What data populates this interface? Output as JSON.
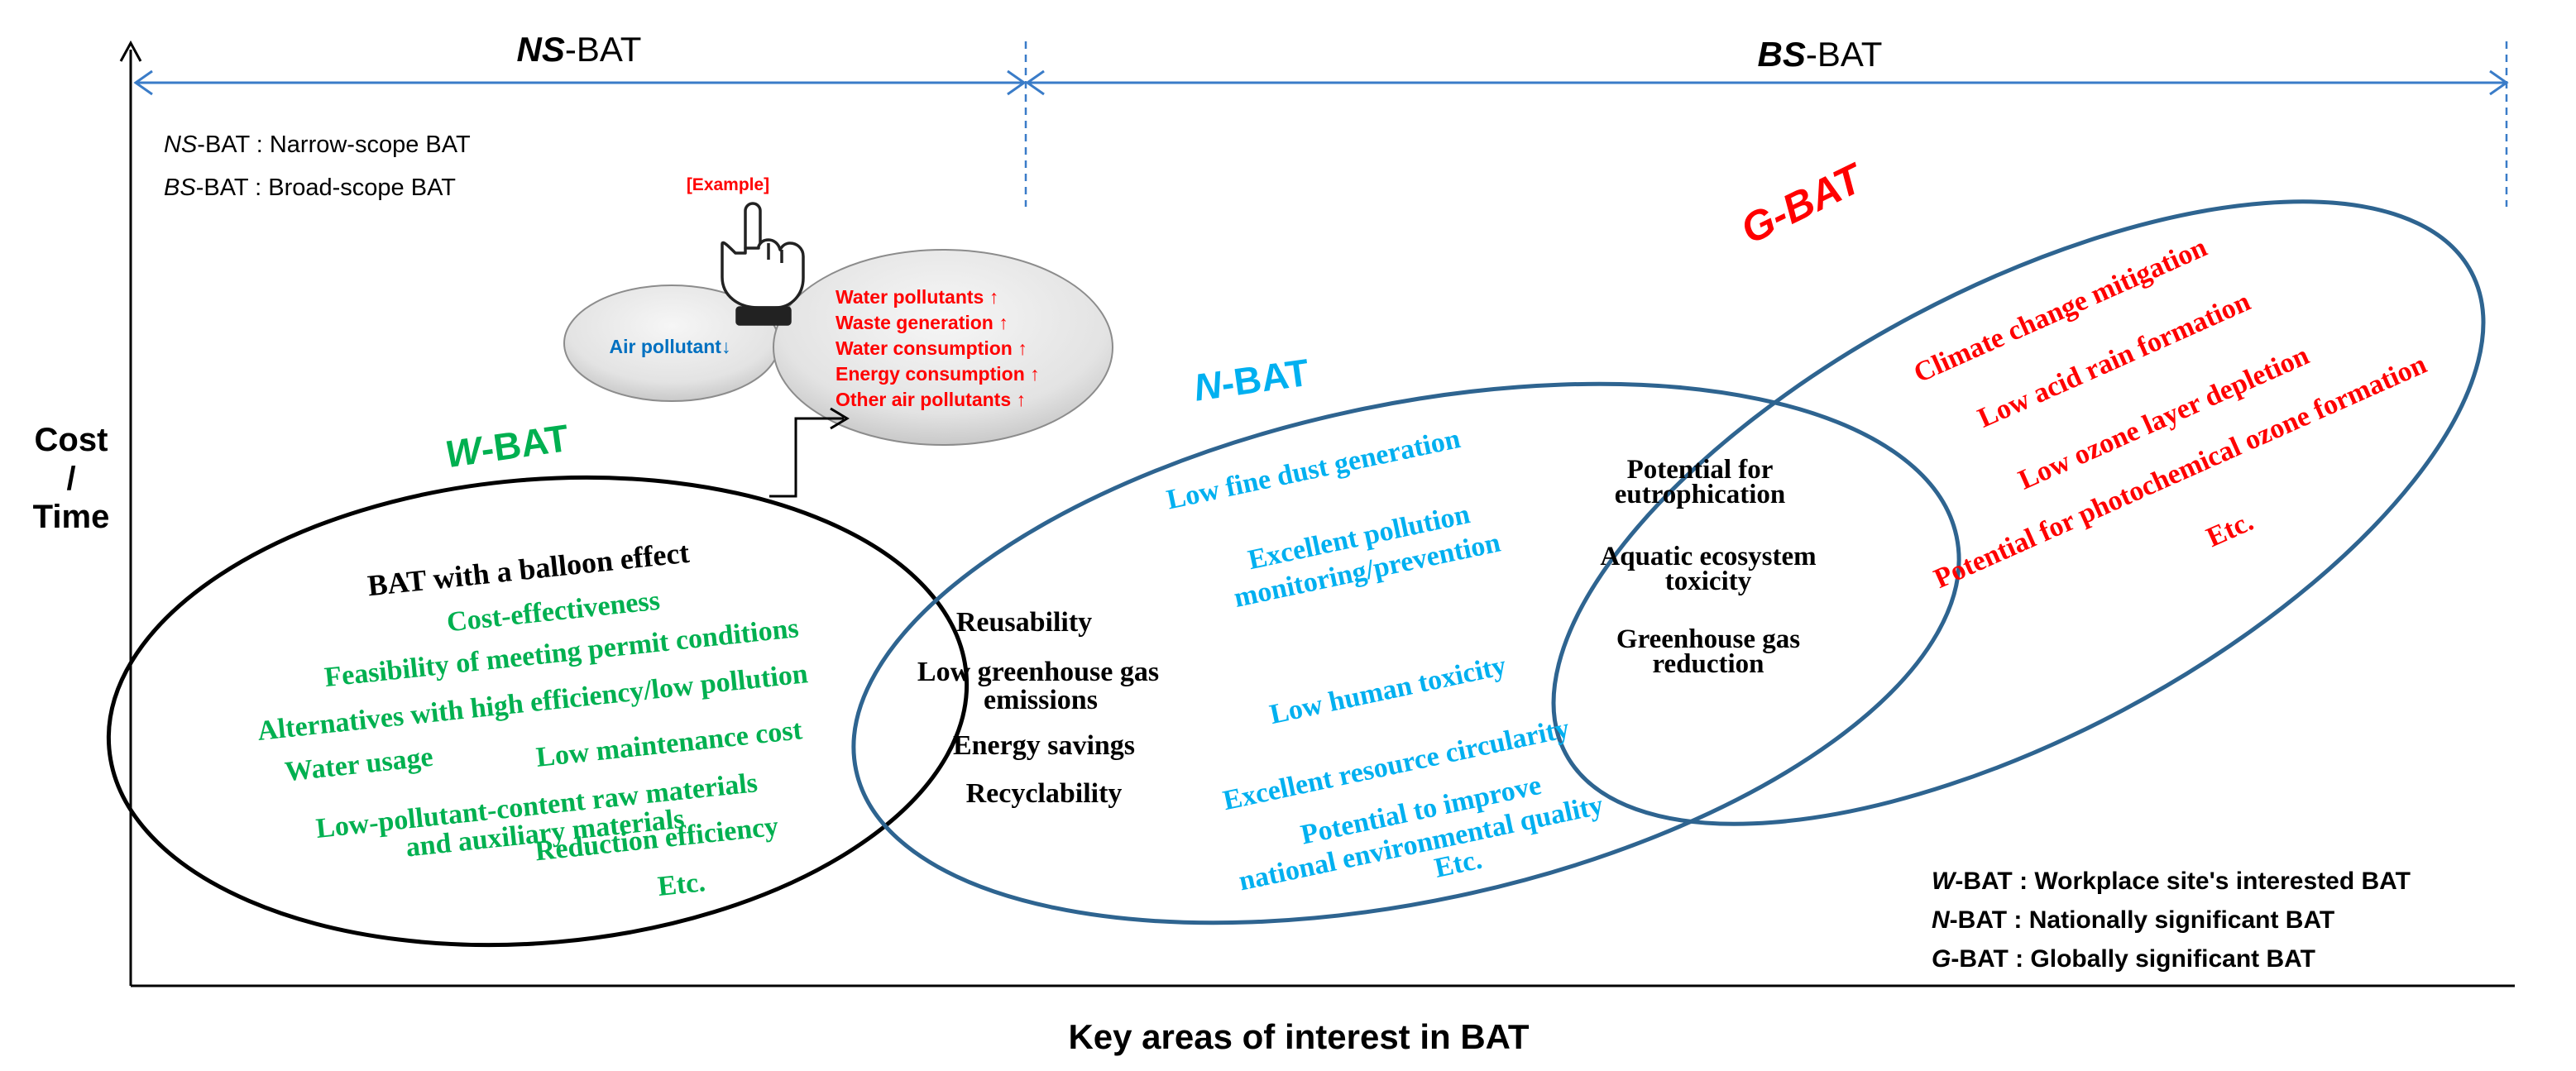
{
  "scope": {
    "ns_italic": "NS",
    "bs_italic": "BS",
    "bat_suffix": "-BAT",
    "ns_def": "-BAT : Narrow-scope BAT",
    "bs_def": "-BAT : Broad-scope BAT"
  },
  "axes": {
    "y_label_line1": "Cost",
    "y_label_line2": "/",
    "y_label_line3": "Time",
    "x_label": "Key areas of interest in BAT"
  },
  "example": {
    "tag": "[Example]",
    "air_pollutant": "Air pollutant↓",
    "effects": [
      "Water pollutants ↑",
      "Waste generation ↑",
      "Water consumption ↑",
      "Energy consumption ↑",
      "Other air pollutants ↑"
    ]
  },
  "w_bat": {
    "italic": "W",
    "suffix": "-BAT",
    "balloon": "BAT with a balloon effect",
    "items": [
      "Cost-effectiveness",
      "Feasibility of meeting permit conditions",
      "Alternatives with high efficiency/low pollution",
      "Water usage",
      "Low maintenance cost",
      "Low-pollutant-content raw materials",
      "and auxiliary materials",
      "Reduction efficiency",
      "Etc."
    ]
  },
  "wn_overlap": {
    "items": [
      "Reusability",
      "Low greenhouse gas",
      "emissions",
      "Energy savings",
      "Recyclability"
    ]
  },
  "n_bat": {
    "italic": "N",
    "suffix": "-BAT",
    "items": [
      "Low fine dust generation",
      "Excellent pollution",
      "monitoring/prevention",
      "Low human toxicity",
      "Excellent resource circularity",
      "Potential to improve",
      "national environmental quality",
      "Etc."
    ]
  },
  "ng_overlap": {
    "items": [
      "Potential for",
      "eutrophication",
      "Aquatic ecosystem",
      "toxicity",
      "Greenhouse gas",
      "reduction"
    ]
  },
  "g_bat": {
    "label": "G-BAT",
    "items": [
      "Climate change mitigation",
      "Low acid rain formation",
      "Low ozone layer depletion",
      "Potential for photochemical ozone formation",
      "Etc."
    ]
  },
  "legend": {
    "w_italic": "W",
    "w_text": "-BAT : Workplace site's interested BAT",
    "n_italic": "N",
    "n_text": "-BAT : Nationally significant BAT",
    "g_italic": "G",
    "g_text": "-BAT : Globally significant BAT"
  },
  "colors": {
    "w_bat": "#00b050",
    "n_bat": "#00b0f0",
    "g_bat": "#ff0000",
    "ellipse_blue": "#2e6490",
    "scope_arrow": "#3a7cc8",
    "example_blue": "#0070c0"
  }
}
